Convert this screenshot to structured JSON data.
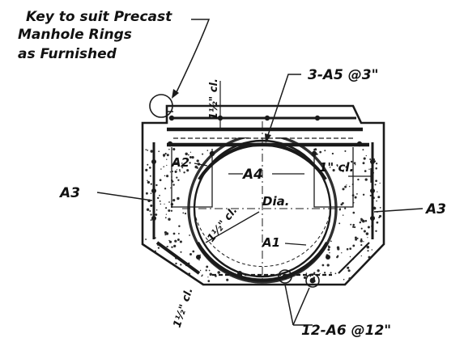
{
  "notes": {
    "key_line1": "Key to suit Precast",
    "key_line2": "Manhole Rings",
    "key_line3": "as Furnished"
  },
  "labels": {
    "a5": "3-A5 @3\"",
    "a3_left": "A3",
    "a3_right": "A3",
    "a2": "A2",
    "a4": "A4",
    "a1": "A1",
    "dia": "Dia.",
    "a6": "12-A6 @12\"",
    "clear_top": "1½\" cl.",
    "clear_right": "1\" cl.",
    "clear_diag": "1½\" cl.",
    "clear_bottom": "1½\" cl."
  },
  "colors": {
    "ink": "#1a1a1a",
    "paper": "#ffffff"
  }
}
